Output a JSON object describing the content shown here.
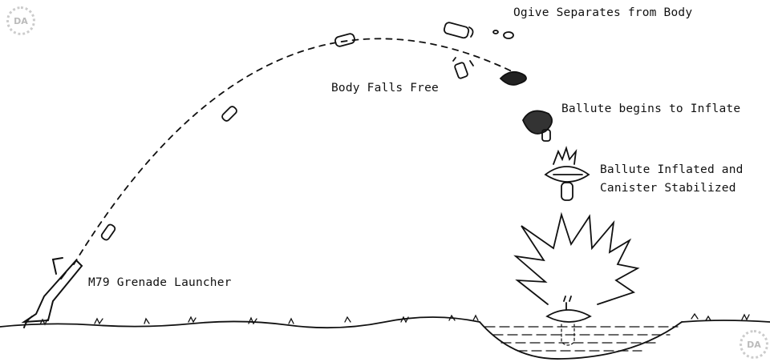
{
  "labels": {
    "ogive": "Ogive Separates from Body",
    "body_falls": "Body Falls Free",
    "ballute_begins": "Ballute begins to Inflate",
    "ballute_inflated_1": "Ballute Inflated and",
    "ballute_inflated_2": "Canister Stabilized",
    "launcher": "M79 Grenade Launcher"
  },
  "watermark": "DA",
  "colors": {
    "ink": "#111111",
    "watermark": "#bbbbbb"
  }
}
